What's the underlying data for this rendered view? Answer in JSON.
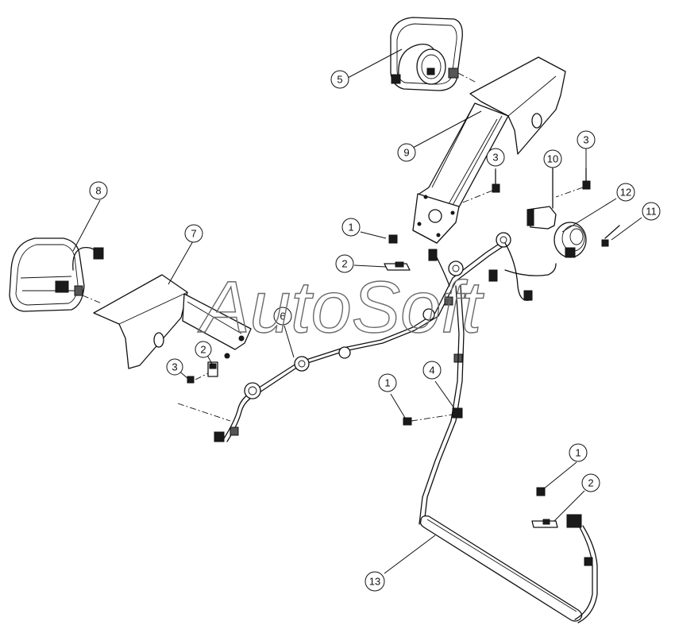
{
  "watermark": "AutoSoft",
  "callouts": [
    {
      "id": "c1a",
      "label": "1"
    },
    {
      "id": "c2a",
      "label": "2"
    },
    {
      "id": "c3a",
      "label": "3"
    },
    {
      "id": "c3b",
      "label": "3"
    },
    {
      "id": "c3c",
      "label": "3"
    },
    {
      "id": "c5",
      "label": "5"
    },
    {
      "id": "c9",
      "label": "9"
    },
    {
      "id": "c10",
      "label": "10"
    },
    {
      "id": "c12",
      "label": "12"
    },
    {
      "id": "c11",
      "label": "11"
    },
    {
      "id": "c8",
      "label": "8"
    },
    {
      "id": "c7",
      "label": "7"
    },
    {
      "id": "c6",
      "label": "6"
    },
    {
      "id": "c2b",
      "label": "2"
    },
    {
      "id": "c1b",
      "label": "1"
    },
    {
      "id": "c4",
      "label": "4"
    },
    {
      "id": "c1c",
      "label": "1"
    },
    {
      "id": "c2c",
      "label": "2"
    },
    {
      "id": "c13",
      "label": "13"
    }
  ]
}
